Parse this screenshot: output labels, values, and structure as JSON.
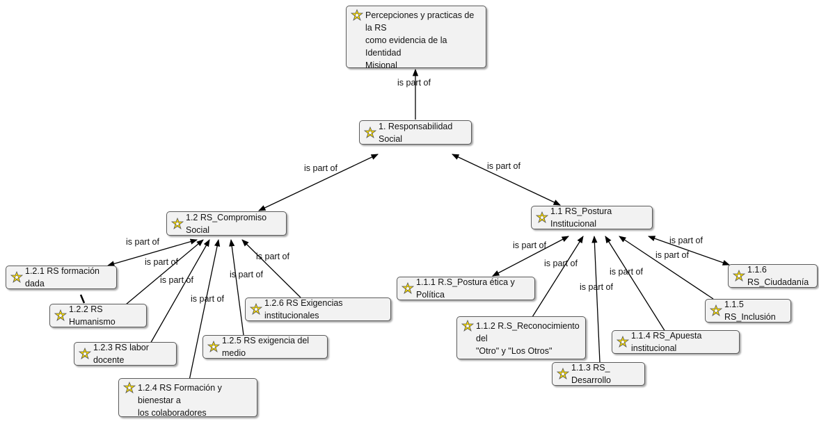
{
  "relation_label": "is part of",
  "nodes": {
    "root": "Percepciones y practicas de la RS\ncomo evidencia de la Identidad\nMisional",
    "n1": "1. Responsabilidad Social",
    "n12": "1.2 RS_Compromiso Social",
    "n11": "1.1 RS_Postura Institucional",
    "n121": "1.2.1 RS formación dada",
    "n122": "1.2.2 RS Humanismo",
    "n123": "1.2.3 RS labor docente",
    "n124": "1.2.4 RS Formación y bienestar a\nlos colaboradores",
    "n125": "1.2.5 RS exigencia del medio",
    "n126": "1.2.6 RS Exigencias institucionales",
    "n111": "1.1.1 R.S_Postura ética y Política",
    "n112": "1.1.2 R.S_Reconocimiento del\n\"Otro\" y \"Los Otros\"",
    "n113": "1.1.3 RS_ Desarrollo",
    "n114": "1.1.4 RS_Apuesta institucional",
    "n115": "1.1.5 RS_Inclusión",
    "n116": "1.1.6 RS_Ciudadanía"
  },
  "colors": {
    "node_fill": "#f2f2f2",
    "node_border": "#5a5a5a",
    "edge": "#000000",
    "icon_yellow": "#f5d800"
  },
  "icons": {
    "code": "code-icon"
  }
}
